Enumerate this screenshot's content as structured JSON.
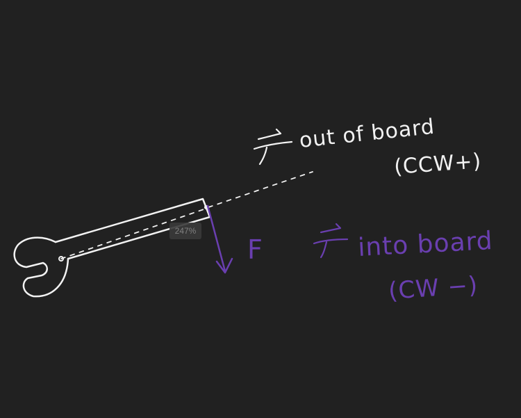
{
  "annotations": {
    "torque_ccw_label": "out of board",
    "torque_ccw_sign": "(CCW+)",
    "force_label": "F",
    "torque_cw_label": "into board",
    "torque_cw_sign": "(CW −)"
  },
  "zoom_level": "247%",
  "colors": {
    "background": "#212121",
    "chalk_white": "#f2f2f2",
    "chalk_purple": "#6a3fb0"
  }
}
